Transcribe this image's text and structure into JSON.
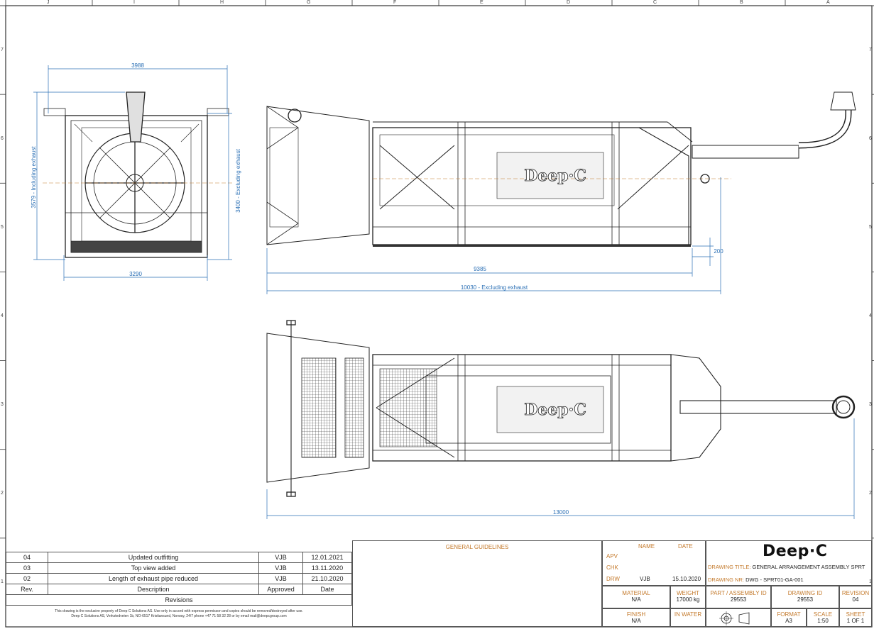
{
  "zones": {
    "top": [
      "J",
      "I",
      "H",
      "G",
      "F",
      "E",
      "D",
      "C",
      "B",
      "A"
    ],
    "side": [
      "7",
      "6",
      "5",
      "4",
      "3",
      "2",
      "1"
    ]
  },
  "dimensions": {
    "front_width": "3988",
    "front_base": "3290",
    "front_height_incl": "3579 - Including exhaust",
    "front_height_excl": "3400 - Excluding exhaust",
    "side_length": "9385",
    "side_length_excl": "10030 - Excluding exhaust",
    "side_offset": "200",
    "top_length": "13000"
  },
  "branding": {
    "panel_text": "Deep·C"
  },
  "revisions": {
    "rows": [
      {
        "rev": "04",
        "desc": "Updated outfitting",
        "approved": "VJB",
        "date": "12.01.2021"
      },
      {
        "rev": "03",
        "desc": "Top view added",
        "approved": "VJB",
        "date": "13.11.2020"
      },
      {
        "rev": "02",
        "desc": "Length of exhaust pipe reduced",
        "approved": "VJB",
        "date": "21.10.2020"
      }
    ],
    "header": {
      "rev": "Rev.",
      "desc": "Description",
      "approved": "Approved",
      "date": "Date"
    },
    "caption": "Revisions",
    "footer_line1": "This drawing is the exclusive property of Deep C Solutions AS. Use only in accord with express permisson and copies should be removed/destroyed after use.",
    "footer_line2": "Deep C Solutions AS, Verkstedveien 1b, NO-6517 Kristiansund, Norway, 24/7 phone +47 71 58 32 28 or by email mail@deepcgroup.com"
  },
  "guidelines_title": "GENERAL GUIDELINES",
  "title_block": {
    "name_label": "NAME",
    "date_label": "DATE",
    "apv": "APV",
    "chk": "CHK",
    "drw": "DRW",
    "drw_name": "VJB",
    "drw_date": "15.10.2020",
    "logo": "Deep·C",
    "drawing_title_label": "DRAWING TITLE:",
    "drawing_title": "GENERAL ARRANGEMENT  ASSEMBLY SPRT",
    "drawing_nr_label": "DRAWING NR:",
    "drawing_nr": "DWG - SPRT01-GA-001",
    "material_label": "MATERIAL",
    "material": "N/A",
    "weight_label": "WEIGHT",
    "weight": "17000 kg",
    "part_label": "PART / ASSEMBLY ID",
    "part": "29553",
    "drawing_id_label": "DRAWING ID",
    "drawing_id": "29553",
    "revision_label": "REVISION",
    "revision": "04",
    "finish_label": "FINISH",
    "finish": "N/A",
    "in_water_label": "IN WATER",
    "format_label": "FORMAT",
    "format": "A3",
    "scale_label": "SCALE",
    "scale": "1:50",
    "sheet_label": "SHEET",
    "sheet": "1 OF 1"
  }
}
